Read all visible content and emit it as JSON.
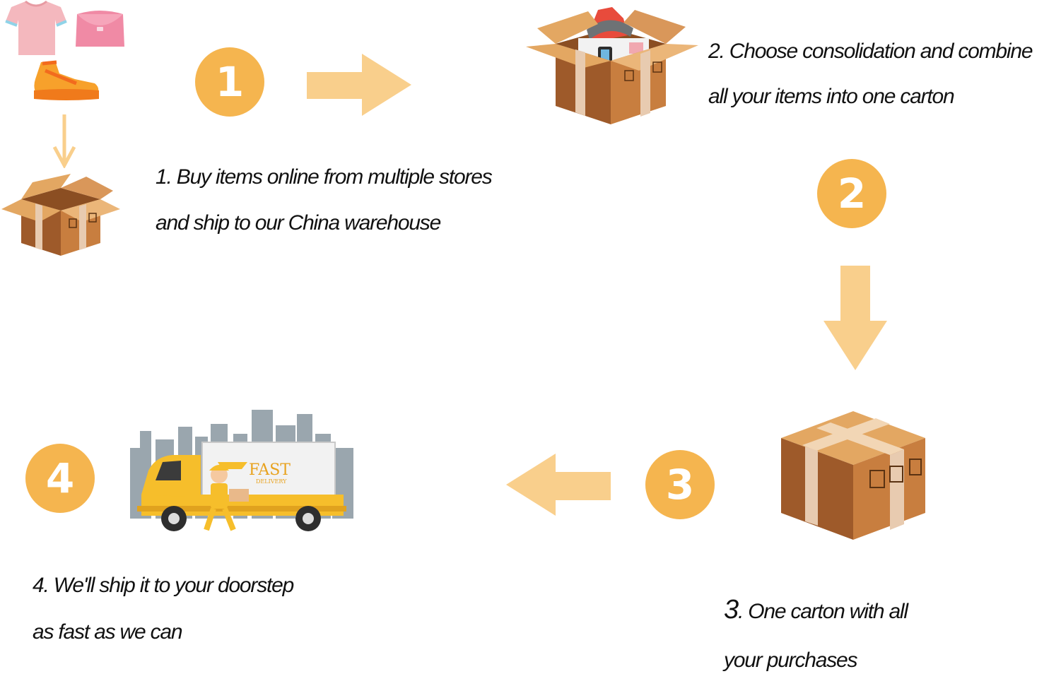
{
  "colors": {
    "circle": "#F5B54F",
    "arrow": "#F9CF8C",
    "box_side_left": "#9E5A2A",
    "box_side_right": "#C87E3F",
    "box_top": "#E3A762",
    "tape": "#E8CBB0",
    "truck_yellow": "#F6BE2B",
    "city": "#9AA6AE"
  },
  "steps": [
    {
      "number": "1",
      "line1": "1. Buy items online from multiple stores",
      "line2": "and ship to our China warehouse"
    },
    {
      "number": "2",
      "line1": "2. Choose consolidation and combine",
      "line2": "all your items into one carton"
    },
    {
      "number": "3",
      "prefix": "3",
      "line1_rest": ". One carton with all",
      "line2": "your purchases"
    },
    {
      "number": "4",
      "line1": "4. We'll ship it to your doorstep",
      "line2": "as fast as we can"
    }
  ],
  "truck": {
    "brand": "FAST",
    "sub": "DELIVERY"
  },
  "icons": [
    "tshirt-icon",
    "handbag-icon",
    "sneaker-icon",
    "open-box-icon",
    "open-box-with-items-icon",
    "closed-box-icon",
    "delivery-truck-icon"
  ]
}
